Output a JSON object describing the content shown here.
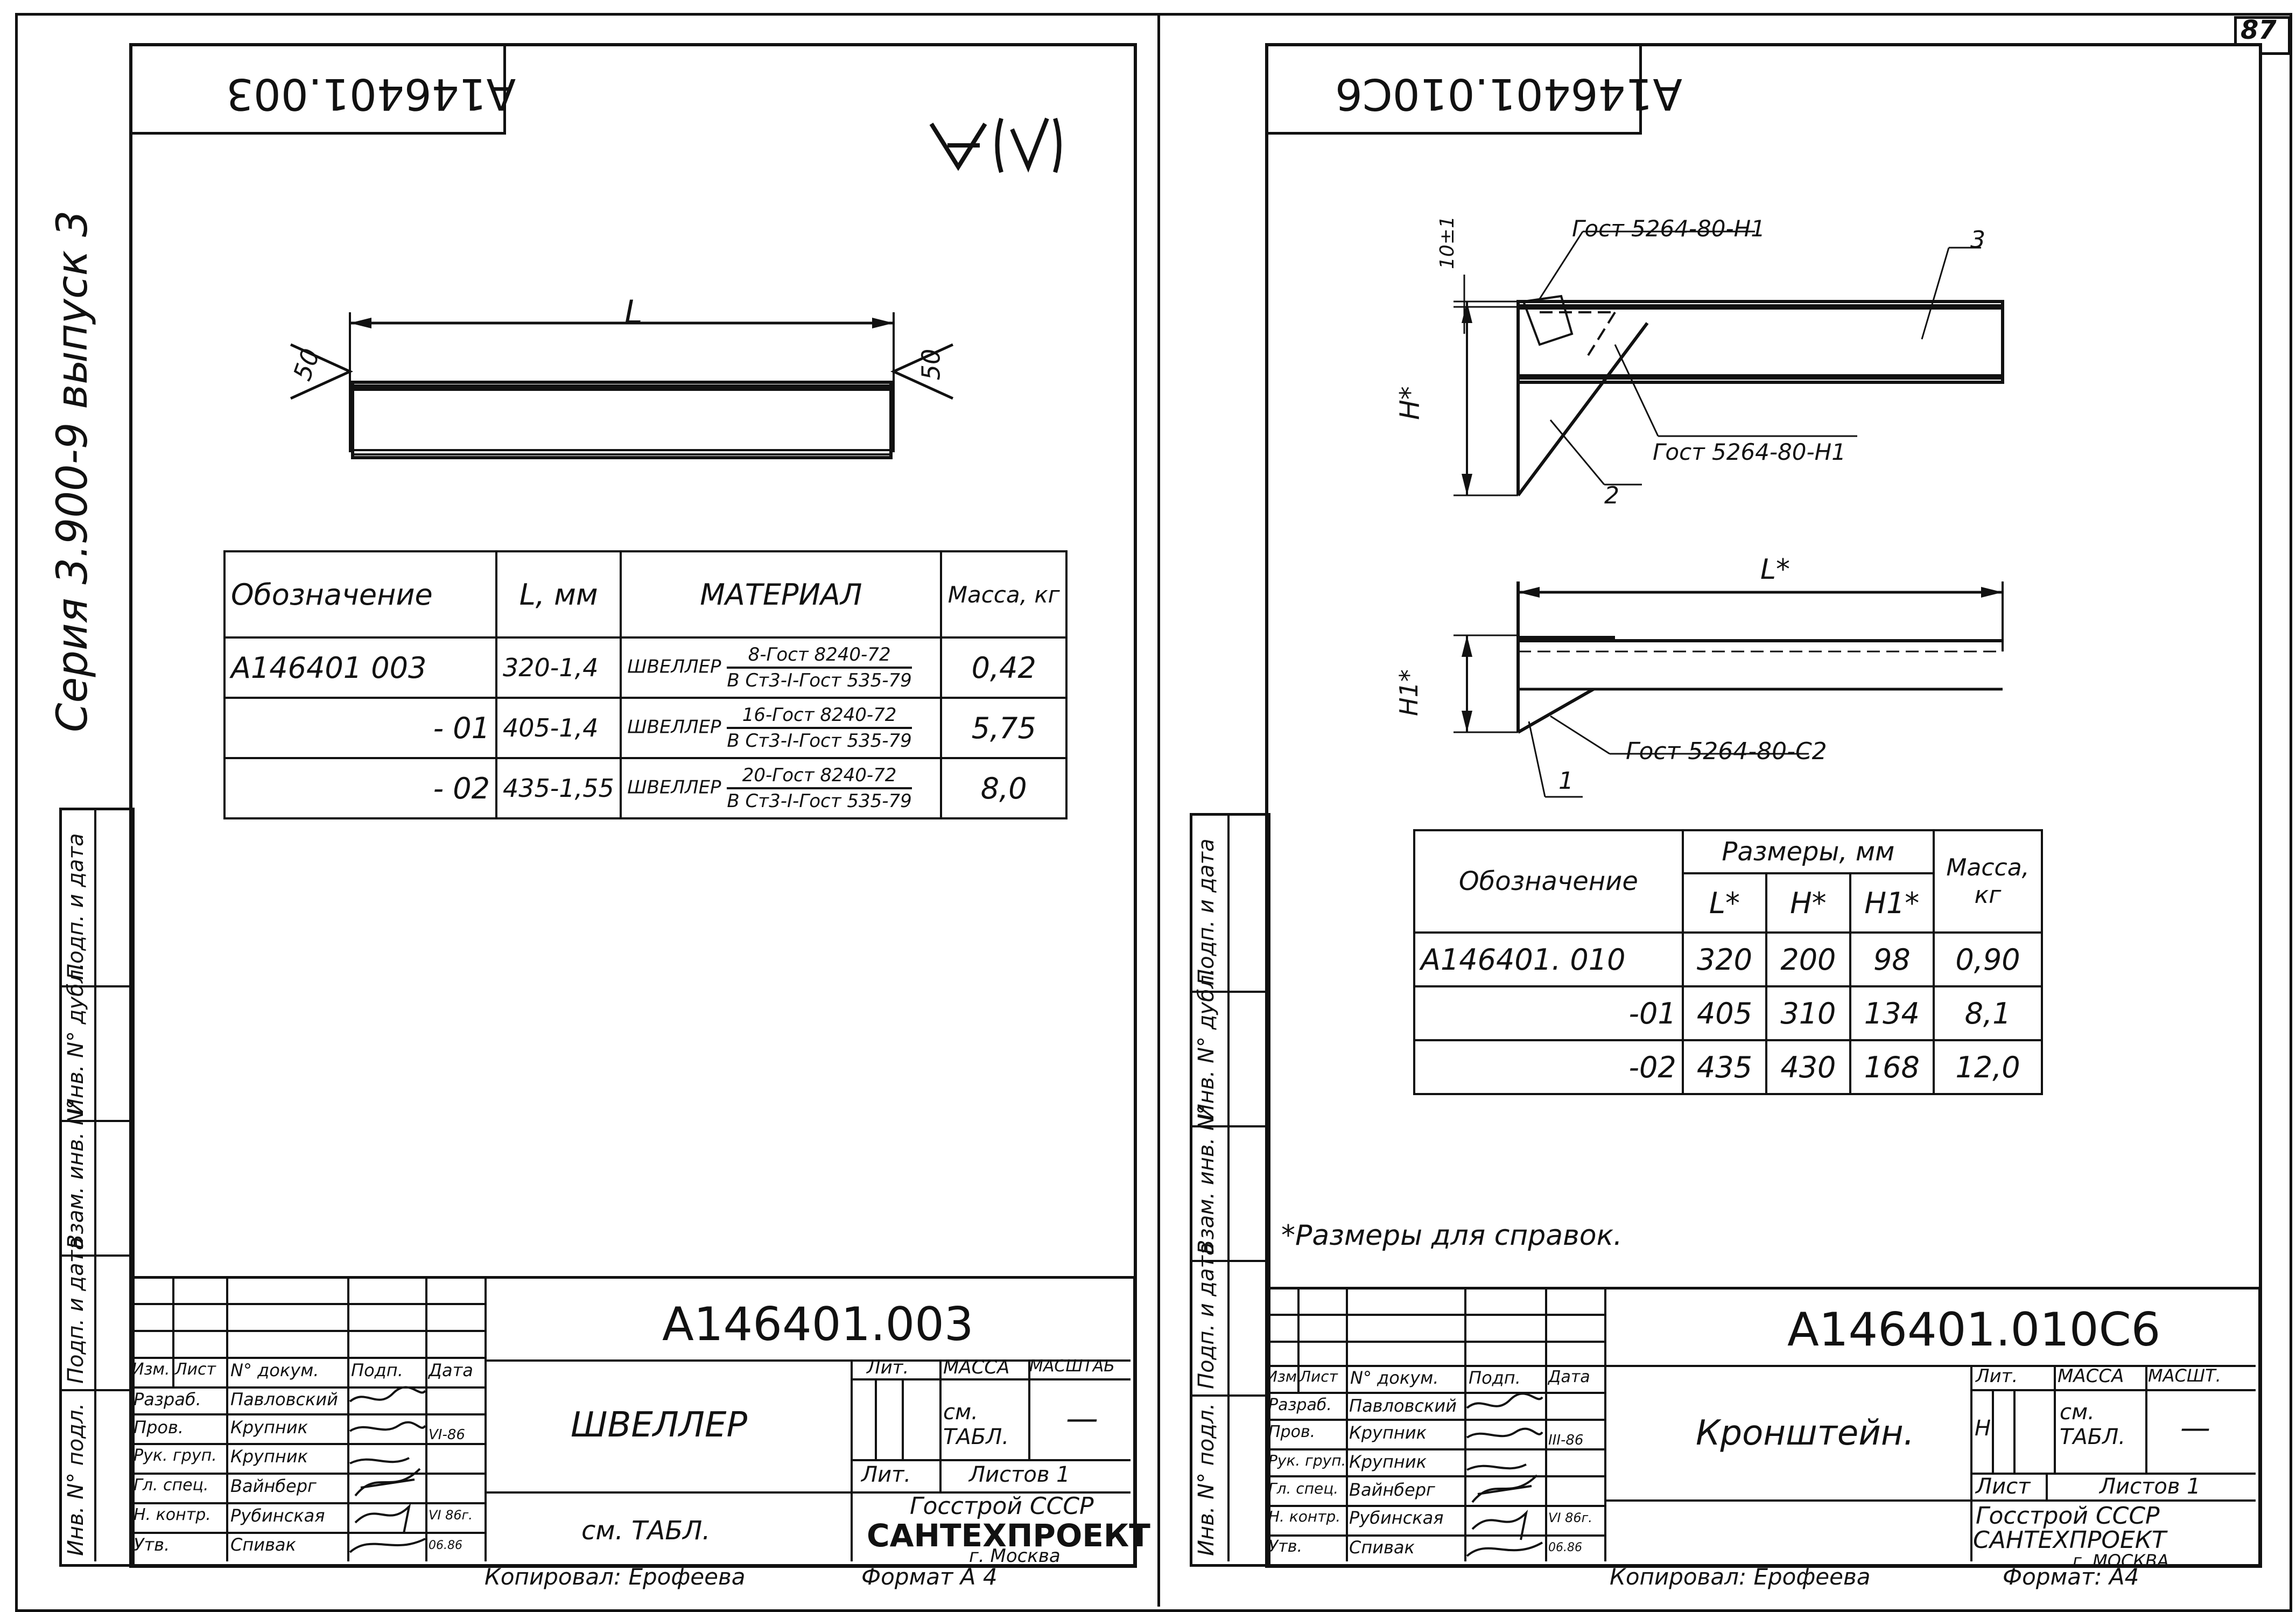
{
  "page_number": "87",
  "series_text": "Серия 3.900-9  выпуск 3",
  "left": {
    "stamp_top": "A146401.003",
    "roughness": "∇ (√)",
    "dim_L": "L",
    "weld_50a": "50",
    "weld_50b": "50",
    "table": {
      "headers": [
        "Обозначение",
        "L, мм",
        "МАТЕРИАЛ",
        "Масса, кг"
      ],
      "rows": [
        {
          "code": "A146401 003",
          "L": "320-1,4",
          "mat_a": "ШВЕЛЛЕР",
          "mat_b": "8-Гост 8240-72",
          "mat_c": "В Ст3-I-Гост 535-79",
          "mass": "0,42"
        },
        {
          "code": "- 01",
          "L": "405-1,4",
          "mat_a": "ШВЕЛЛЕР",
          "mat_b": "16-Гост 8240-72",
          "mat_c": "В Ст3-I-Гост 535-79",
          "mass": "5,75"
        },
        {
          "code": "- 02",
          "L": "435-1,55",
          "mat_a": "ШВЕЛЛЕР",
          "mat_b": "20-Гост 8240-72",
          "mat_c": "В Ст3-I-Гост 535-79",
          "mass": "8,0"
        }
      ]
    },
    "title_block": {
      "doc_code": "A146401.003",
      "name": "ШВЕЛЛЕР",
      "material": "см. ТАБЛ.",
      "lit": "Лит.",
      "massa": "МАССА",
      "masshtab": "МАСШТАБ",
      "mass_val": "см. ТАБЛ.",
      "scale_val": "—",
      "list": "Лит.",
      "listov": "Листов 1",
      "org1": "Госстрой СССР",
      "org2": "САНТЕХПРОЕКТ",
      "org3": "г. Москва",
      "head_cols": [
        "Изм.",
        "Лист",
        "N° докум.",
        "Подп.",
        "Дата"
      ],
      "roles": [
        {
          "role": "Разраб.",
          "name": "Павловский",
          "date": ""
        },
        {
          "role": "Пров.",
          "name": "Крупник",
          "date": "VI-86"
        },
        {
          "role": "Рук. груп.",
          "name": "Крупник",
          "date": ""
        },
        {
          "role": "Гл. спец.",
          "name": "Вайнберг",
          "date": ""
        },
        {
          "role": "Н. контр.",
          "name": "Рубинская",
          "date": "VI 86г."
        },
        {
          "role": "Утв.",
          "name": "Спивак",
          "date": "06.86"
        }
      ],
      "copied": "Копировал: Ерофеева",
      "format": "Формат А 4"
    },
    "side_stamps": [
      "Инв. N° подл.",
      "Подп. и дата",
      "Взам. инв. N°",
      "Инв. N° дубл.",
      "Подп. и дата"
    ]
  },
  "right": {
    "stamp_top": "A146401.010C6",
    "labels": {
      "gost_top": "Гост 5264-80-Н1",
      "gost_mid": "Гост 5264-80-Н1",
      "gost_bot": "Гост 5264-80-С2",
      "pos3": "3",
      "pos2": "2",
      "pos1": "1",
      "dim10": "10±1",
      "dimH": "H*",
      "dimH1": "H1*",
      "dimL": "L*"
    },
    "table": {
      "header_code": "Обозначение",
      "header_dims": "Размеры, мм",
      "sub": [
        "L*",
        "H*",
        "H1*"
      ],
      "header_mass": "Масса, кг",
      "rows": [
        {
          "code": "A146401. 010",
          "L": "320",
          "H": "200",
          "H1": "98",
          "mass": "0,90"
        },
        {
          "code": "-01",
          "L": "405",
          "H": "310",
          "H1": "134",
          "mass": "8,1"
        },
        {
          "code": "-02",
          "L": "435",
          "H": "430",
          "H1": "168",
          "mass": "12,0"
        }
      ]
    },
    "note": "*Размеры для справок.",
    "title_block": {
      "doc_code": "A146401.010C6",
      "name": "Кронштейн.",
      "lit": "Лит.",
      "massa": "МАССА",
      "masshtab": "МАСШТ.",
      "lit_val": "Н",
      "mass_val": "см. ТАБЛ.",
      "scale_val": "—",
      "list": "Лист",
      "listov": "Листов 1",
      "org1": "Госстрой СССР",
      "org2": "САНТЕХПРОЕКТ",
      "org3": "г. МОСКВА",
      "head_cols": [
        "Изм.",
        "Лист",
        "N° докум.",
        "Подп.",
        "Дата"
      ],
      "roles": [
        {
          "role": "Разраб.",
          "name": "Павловский",
          "date": ""
        },
        {
          "role": "Пров.",
          "name": "Крупник",
          "date": "III-86"
        },
        {
          "role": "Рук. груп.",
          "name": "Крупник",
          "date": ""
        },
        {
          "role": "Гл. спец.",
          "name": "Вайнберг",
          "date": ""
        },
        {
          "role": "Н. контр.",
          "name": "Рубинская",
          "date": "VI 86г."
        },
        {
          "role": "Утв.",
          "name": "Спивак",
          "date": "06.86"
        }
      ],
      "copied": "Копировал: Ерофеева",
      "format": "Формат: А4"
    },
    "side_stamps": [
      "Инв. N° подл.",
      "Подп. и дата",
      "Взам. инв. N°",
      "Инв. N° дубл.",
      "Подп. и дата"
    ]
  }
}
